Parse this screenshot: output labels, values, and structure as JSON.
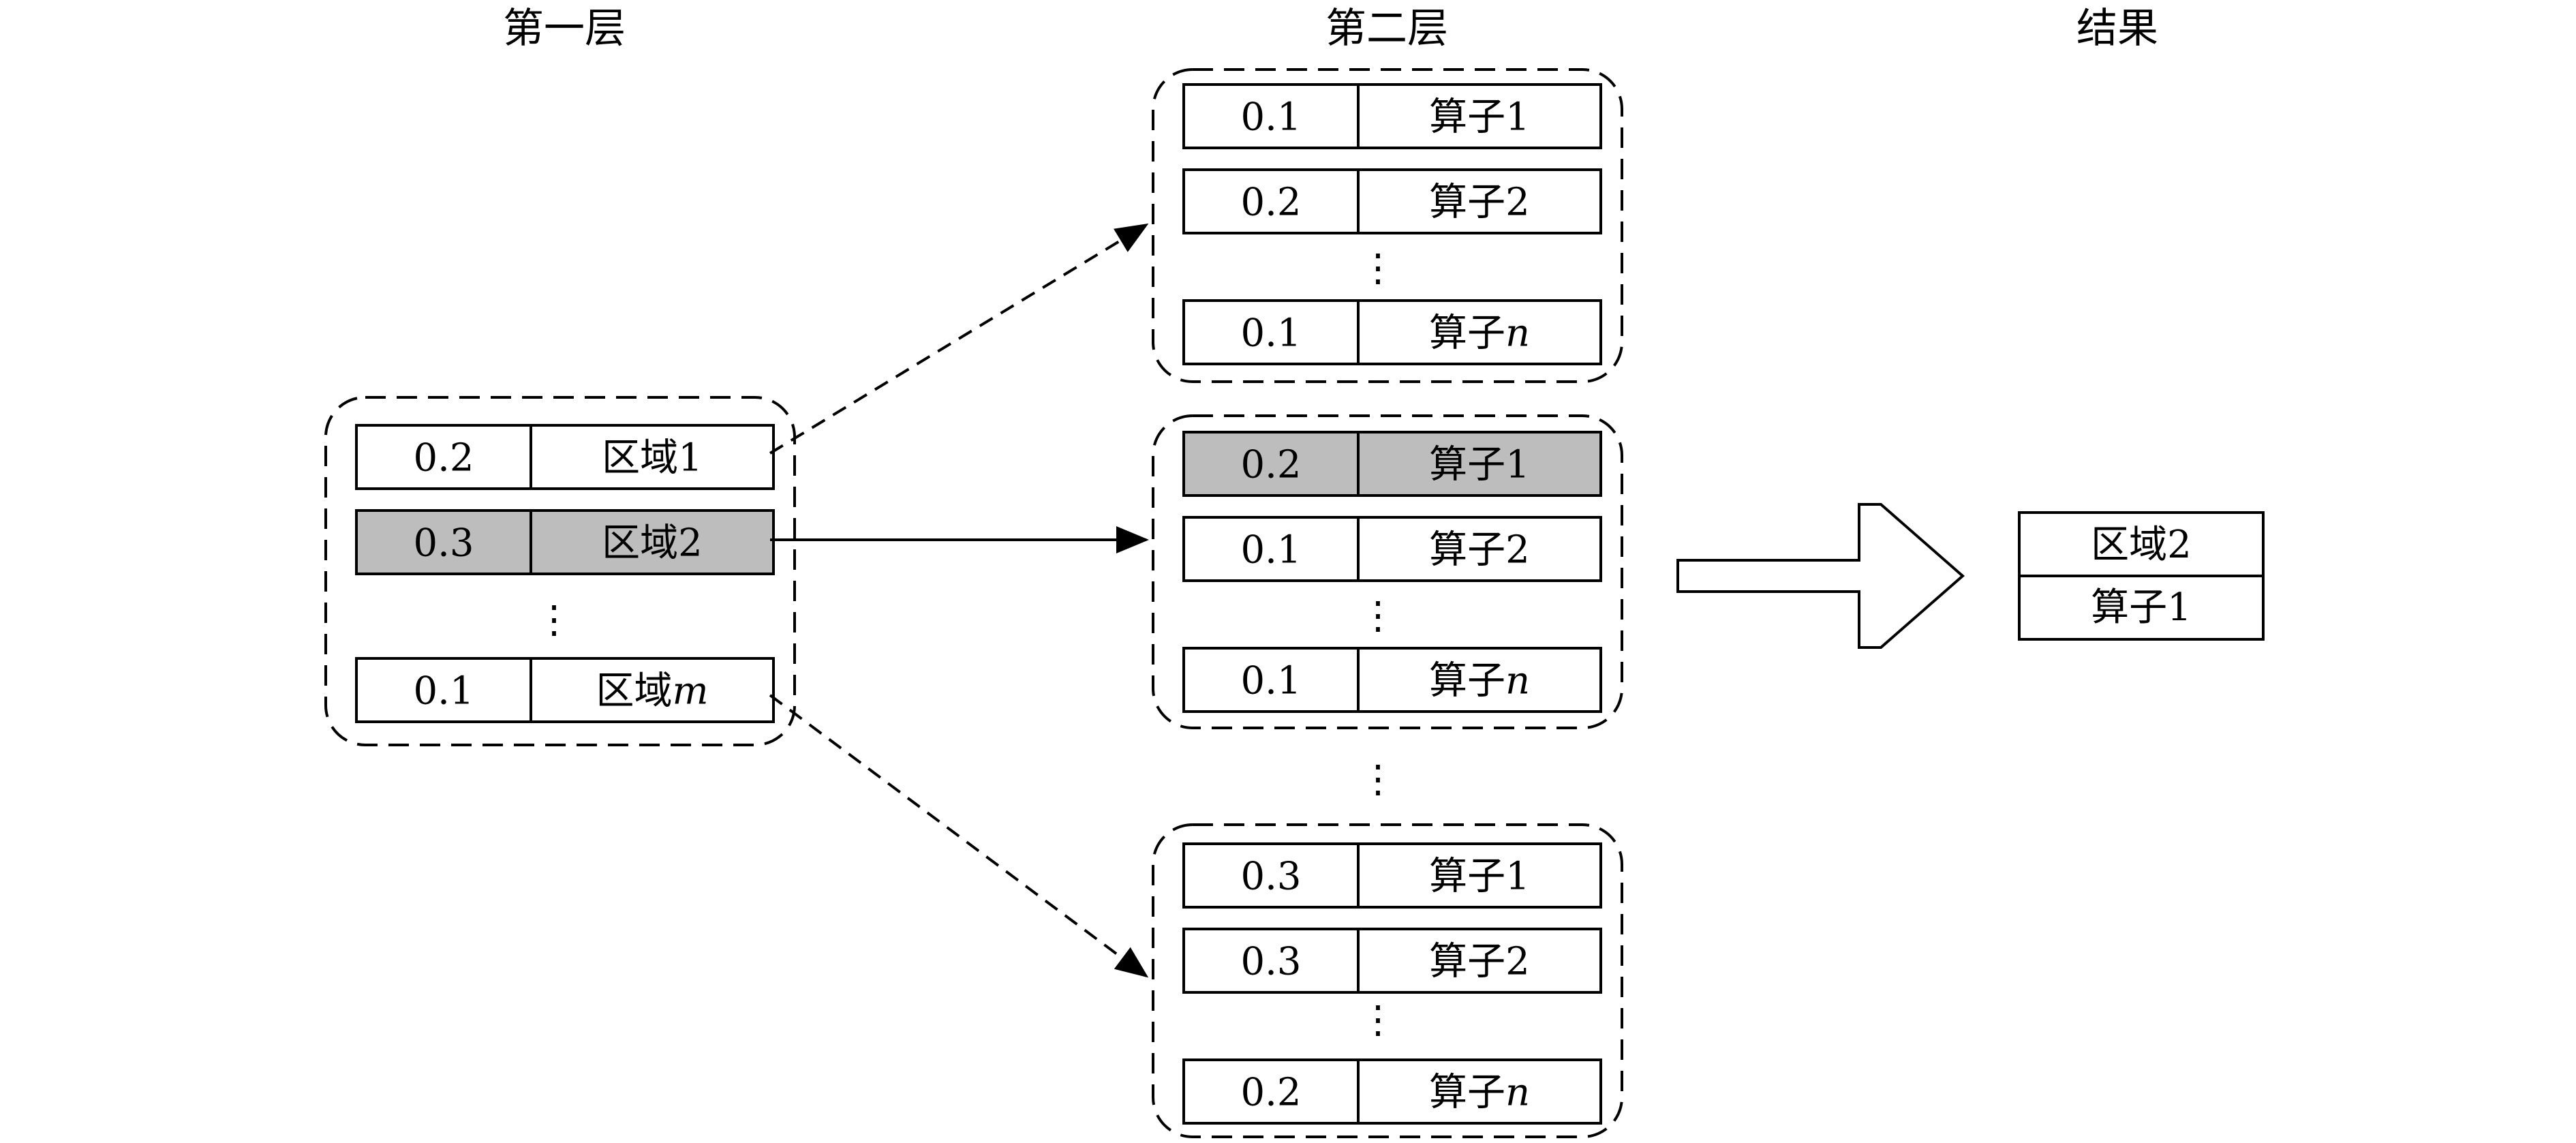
{
  "captions": {
    "layer1": "第一层",
    "layer2": "第二层",
    "result": "结果"
  },
  "colors": {
    "highlight": "#bdbdbd",
    "normal": "#ffffff",
    "stroke": "#000000"
  },
  "layer1": {
    "rows": [
      {
        "prob": "0.2",
        "label": "区域",
        "suffix": "1",
        "italic": false,
        "highlight": false
      },
      {
        "prob": "0.3",
        "label": "区域",
        "suffix": "2",
        "italic": false,
        "highlight": true
      },
      {
        "prob": "0.1",
        "label": "区域",
        "suffix": "m",
        "italic": true,
        "highlight": false
      }
    ],
    "ellipsis": "⋮"
  },
  "layer2": {
    "groups": [
      {
        "rows": [
          {
            "prob": "0.1",
            "label": "算子",
            "suffix": "1",
            "italic": false,
            "highlight": false
          },
          {
            "prob": "0.2",
            "label": "算子",
            "suffix": "2",
            "italic": false,
            "highlight": false
          },
          {
            "prob": "0.1",
            "label": "算子",
            "suffix": "n",
            "italic": true,
            "highlight": false
          }
        ],
        "ellipsis": "⋮"
      },
      {
        "rows": [
          {
            "prob": "0.2",
            "label": "算子",
            "suffix": "1",
            "italic": false,
            "highlight": true
          },
          {
            "prob": "0.1",
            "label": "算子",
            "suffix": "2",
            "italic": false,
            "highlight": false
          },
          {
            "prob": "0.1",
            "label": "算子",
            "suffix": "n",
            "italic": true,
            "highlight": false
          }
        ],
        "ellipsis": "⋮"
      },
      {
        "rows": [
          {
            "prob": "0.3",
            "label": "算子",
            "suffix": "1",
            "italic": false,
            "highlight": false
          },
          {
            "prob": "0.3",
            "label": "算子",
            "suffix": "2",
            "italic": false,
            "highlight": false
          },
          {
            "prob": "0.2",
            "label": "算子",
            "suffix": "n",
            "italic": true,
            "highlight": false
          }
        ],
        "ellipsis": "⋮"
      }
    ],
    "between_ellipsis": "⋮"
  },
  "result": {
    "top": "区域2",
    "bottom": "算子1"
  }
}
